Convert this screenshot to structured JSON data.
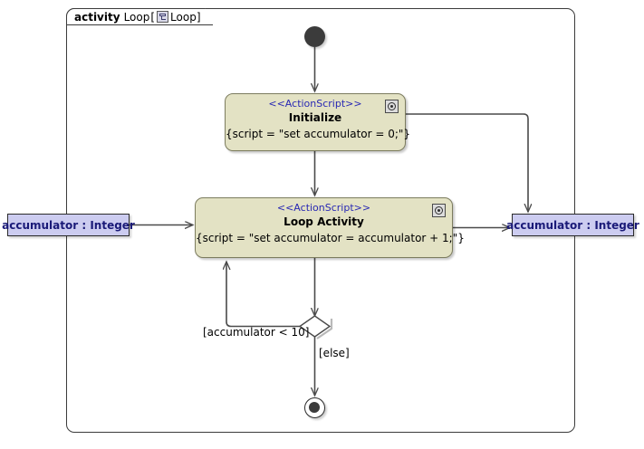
{
  "diagram": {
    "type": "uml-activity-diagram",
    "frame": {
      "keyword": "activity",
      "name": "Loop",
      "qualifier_open": "[",
      "icon": "activity-diagram-icon",
      "qualifier_name": "Loop",
      "qualifier_close": "]"
    },
    "colors": {
      "action_fill": "#e3e2c4",
      "action_border": "#7c7c5e",
      "pin_fill": "#ccccf0",
      "pin_text": "#1a1a78",
      "stereotype_text": "#2828b4",
      "edge": "#4a4a4a",
      "frame_border": "#3b3b3b",
      "canvas": "#ffffff"
    },
    "nodes": {
      "initial": {
        "name": "initial-node"
      },
      "initialize": {
        "stereotype": "<<ActionScript>>",
        "title": "Initialize",
        "body": "{script = \"set accumulator = 0;\"}",
        "icon": "action-script-icon"
      },
      "loop_activity": {
        "stereotype": "<<ActionScript>>",
        "title": "Loop Activity",
        "body": "{script = \"set accumulator = accumulator + 1;\"}",
        "icon": "action-script-icon"
      },
      "pin_input": {
        "label": "accumulator : Integer"
      },
      "pin_output": {
        "label": "accumulator : Integer"
      },
      "decision": {
        "name": "decision-diamond"
      },
      "final": {
        "name": "activity-final-node"
      }
    },
    "edges": {
      "guard_loop_back": "[accumulator < 10]",
      "guard_else": "[else]"
    }
  }
}
